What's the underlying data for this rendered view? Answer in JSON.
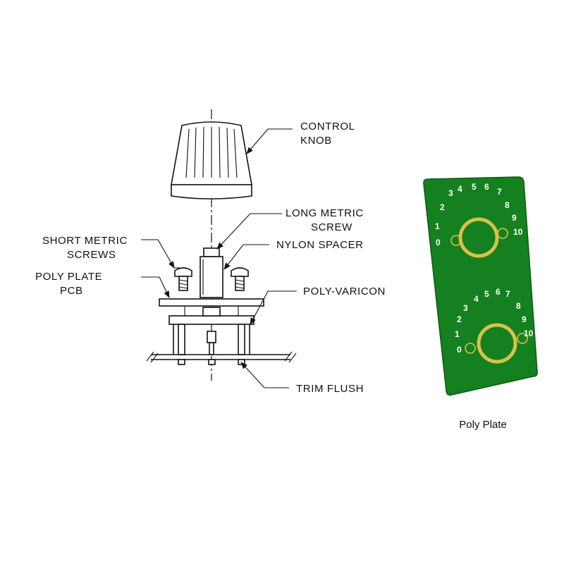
{
  "labels": {
    "control_knob": [
      "CONTROL",
      "KNOB"
    ],
    "long_metric_screw": [
      "LONG METRIC",
      "SCREW"
    ],
    "nylon_spacer": "NYLON SPACER",
    "short_metric_screws": [
      "SHORT METRIC",
      "SCREWS"
    ],
    "poly_plate_pcb": [
      "POLY PLATE",
      "PCB"
    ],
    "poly_varicon": "POLY-VARICON",
    "trim_flush": "TRIM FLUSH"
  },
  "poly_plate": {
    "caption": "Poly Plate",
    "dial_numbers": [
      "0",
      "1",
      "2",
      "3",
      "4",
      "5",
      "6",
      "7",
      "8",
      "9",
      "10"
    ],
    "colors": {
      "board": "#14801f",
      "ring": "#d8c24a",
      "text": "#ffffff"
    }
  }
}
